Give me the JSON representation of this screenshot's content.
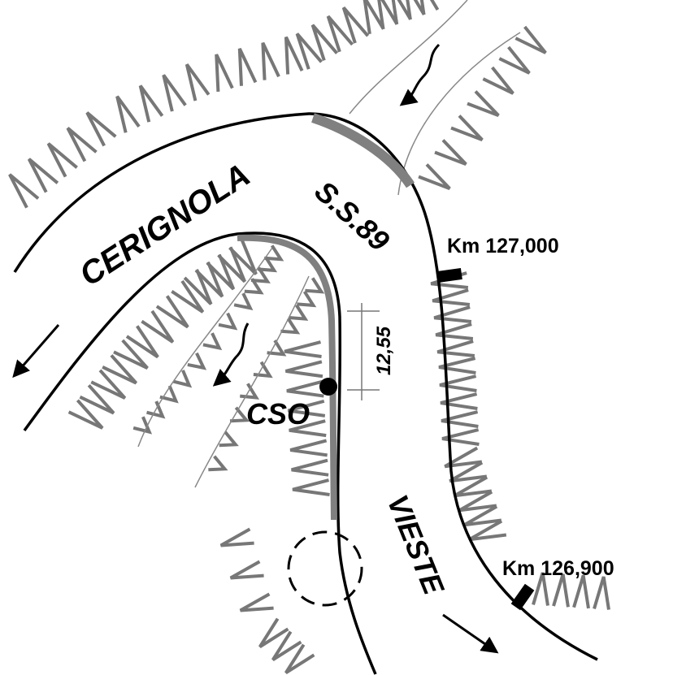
{
  "labels": {
    "origin_town": "CERIGNOLA",
    "road": "S.S.89",
    "destination_town": "VIESTE",
    "km_upper": "Km 127,000",
    "km_lower": "Km 126,900",
    "distance": "12,55",
    "site": "CSO"
  },
  "colors": {
    "road_line": "#000000",
    "highlight_segment": "#808080",
    "slope_hatch": "#777777",
    "stream": "#888888"
  }
}
